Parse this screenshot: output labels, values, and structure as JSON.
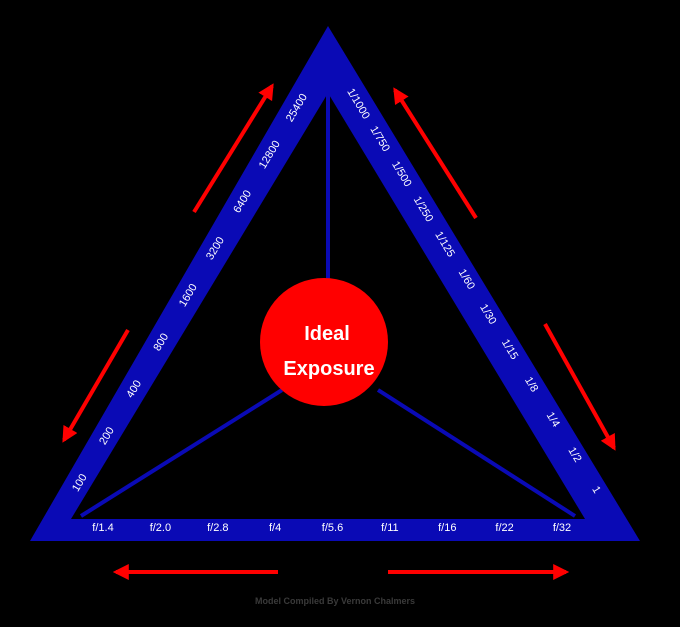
{
  "center": {
    "line1": "Ideal",
    "line2": "Exposure"
  },
  "iso_values": [
    "100",
    "200",
    "400",
    "800",
    "1600",
    "3200",
    "6400",
    "12800",
    "25400"
  ],
  "shutter_values": [
    "1/1000",
    "1/750",
    "1/500",
    "1/250",
    "1/125",
    "1/60",
    "1/30",
    "1/15",
    "1/8",
    "1/4",
    "1/2",
    "1"
  ],
  "aperture_values": [
    "f/1.4",
    "f/2.0",
    "f/2.8",
    "f/4",
    "f/5.6",
    "f/11",
    "f/16",
    "f/22",
    "f/32"
  ],
  "credit": "Model Compiled By Vernon Chalmers",
  "colors": {
    "background": "#000000",
    "triangle": "#0a0ab5",
    "circle": "#ff0000",
    "arrow": "#ff0000",
    "text": "#ffffff"
  }
}
